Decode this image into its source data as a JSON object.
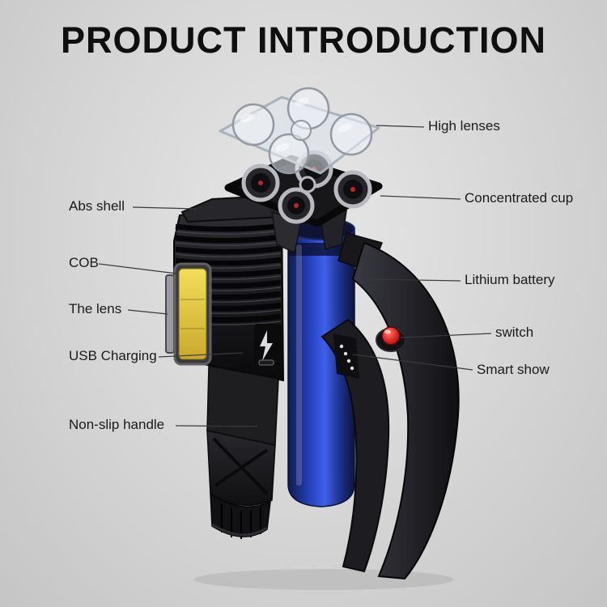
{
  "title": "PRODUCT INTRODUCTION",
  "labels": {
    "left": [
      {
        "id": "abs-shell",
        "text": "Abs shell"
      },
      {
        "id": "cob",
        "text": "COB"
      },
      {
        "id": "the-lens",
        "text": "The lens"
      },
      {
        "id": "usb-charging",
        "text": "USB Charging"
      },
      {
        "id": "non-slip-handle",
        "text": "Non-slip handle"
      }
    ],
    "right": [
      {
        "id": "high-lenses",
        "text": "High lenses"
      },
      {
        "id": "concentrated-cup",
        "text": "Concentrated cup"
      },
      {
        "id": "lithium-battery",
        "text": "Lithium battery"
      },
      {
        "id": "switch",
        "text": "switch"
      },
      {
        "id": "smart-show",
        "text": "Smart show"
      }
    ]
  },
  "colors": {
    "background": "#d6d6d6",
    "title_text": "#0f0f0f",
    "label_text": "#1a1a1a",
    "callout_line": "#3a3a3a",
    "flashlight_body": "#1a1a1c",
    "cob_panel": "#e3c93f",
    "lithium_battery": "#2a48cc",
    "switch_button": "#d42020",
    "lens_glass": "#dfe5ec"
  }
}
